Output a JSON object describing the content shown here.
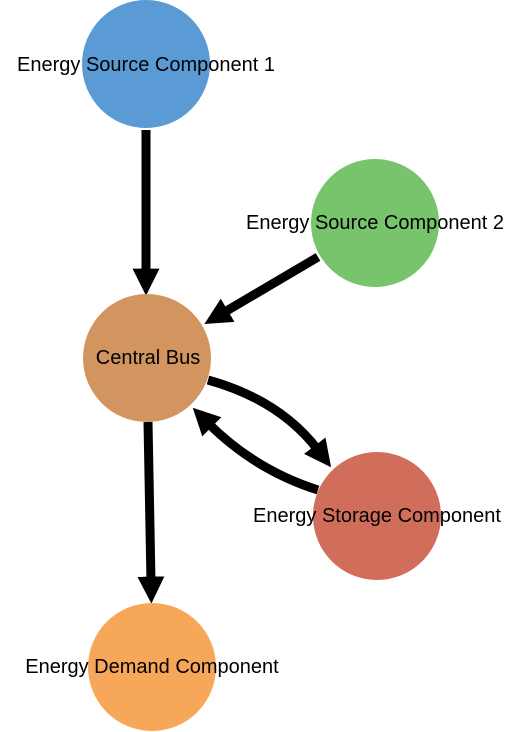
{
  "diagram": {
    "nodes": [
      {
        "id": "source1",
        "label": "Energy Source Component 1",
        "color": "#5b9bd5"
      },
      {
        "id": "source2",
        "label": "Energy Source Component 2",
        "color": "#77c46c"
      },
      {
        "id": "bus",
        "label": "Central Bus",
        "color": "#d39560"
      },
      {
        "id": "storage",
        "label": "Energy Storage Component",
        "color": "#d06e5b"
      },
      {
        "id": "demand",
        "label": "Energy Demand Component",
        "color": "#f7a75a"
      }
    ],
    "edges": [
      {
        "from": "source1",
        "to": "bus"
      },
      {
        "from": "source2",
        "to": "bus"
      },
      {
        "from": "bus",
        "to": "storage"
      },
      {
        "from": "storage",
        "to": "bus"
      },
      {
        "from": "bus",
        "to": "demand"
      }
    ]
  }
}
